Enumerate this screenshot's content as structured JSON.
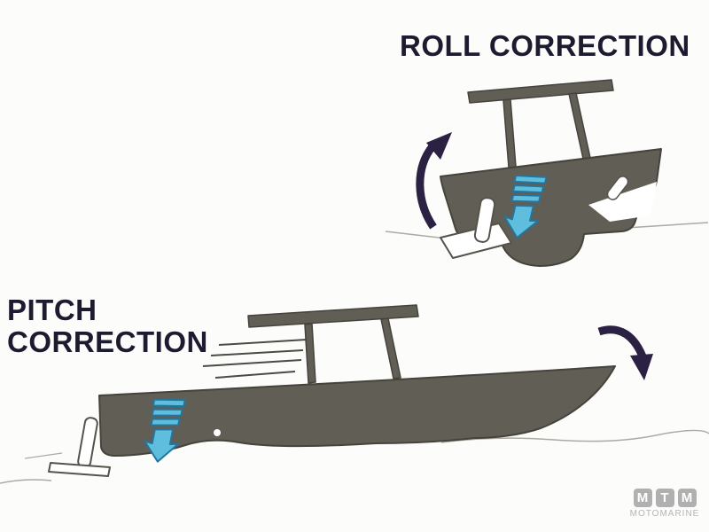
{
  "titles": {
    "roll": "ROLL CORRECTION",
    "pitch_line1": "PITCH",
    "pitch_line2": "CORRECTION"
  },
  "logo": {
    "letters": [
      "M",
      "T",
      "M"
    ],
    "name": "MOTOMARINE"
  },
  "colors": {
    "background": "#fcfcfa",
    "title_text": "#1d1b2f",
    "hull": "#615e55",
    "hull_outline": "#45433c",
    "rotation_arrow": "#2a2143",
    "downforce_fill": "#5fbede",
    "downforce_outline": "#24759d",
    "waterline": "#ababa5",
    "detail_white": "#ffffff",
    "detail_outline": "#55534b",
    "logo_box": "#b0b0b0",
    "logo_text": "#b5b5b5"
  },
  "icons": {
    "roll_rotation_arrow": "curved-up-arrow",
    "pitch_rotation_arrow": "curved-down-arrow",
    "roll_downforce_arrow": "dashed-down-arrow",
    "pitch_downforce_arrow": "dashed-down-arrow"
  }
}
